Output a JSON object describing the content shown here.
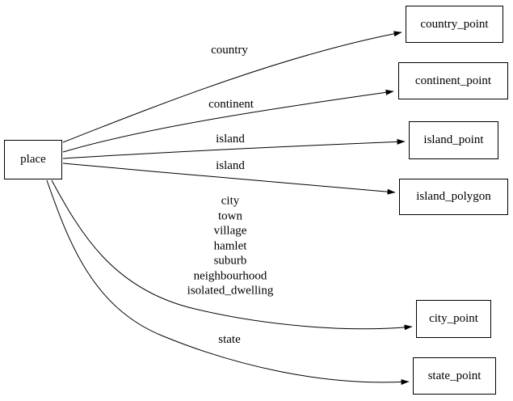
{
  "diagram": {
    "type": "graphviz-directed-graph",
    "colors": {
      "background": "#ffffff",
      "stroke": "#000000",
      "text": "#000000"
    },
    "nodes": {
      "place": {
        "label": "place"
      },
      "country_point": {
        "label": "country_point"
      },
      "continent_point": {
        "label": "continent_point"
      },
      "island_point": {
        "label": "island_point"
      },
      "island_polygon": {
        "label": "island_polygon"
      },
      "city_point": {
        "label": "city_point"
      },
      "state_point": {
        "label": "state_point"
      }
    },
    "edges": [
      {
        "from": "place",
        "to": "country_point",
        "label": "country"
      },
      {
        "from": "place",
        "to": "continent_point",
        "label": "continent"
      },
      {
        "from": "place",
        "to": "island_point",
        "label": "island"
      },
      {
        "from": "place",
        "to": "island_polygon",
        "label": "island"
      },
      {
        "from": "place",
        "to": "city_point",
        "label": "city\ntown\nvillage\nhamlet\nsuburb\nneighbourhood\nisolated_dwelling"
      },
      {
        "from": "place",
        "to": "state_point",
        "label": "state"
      }
    ]
  }
}
